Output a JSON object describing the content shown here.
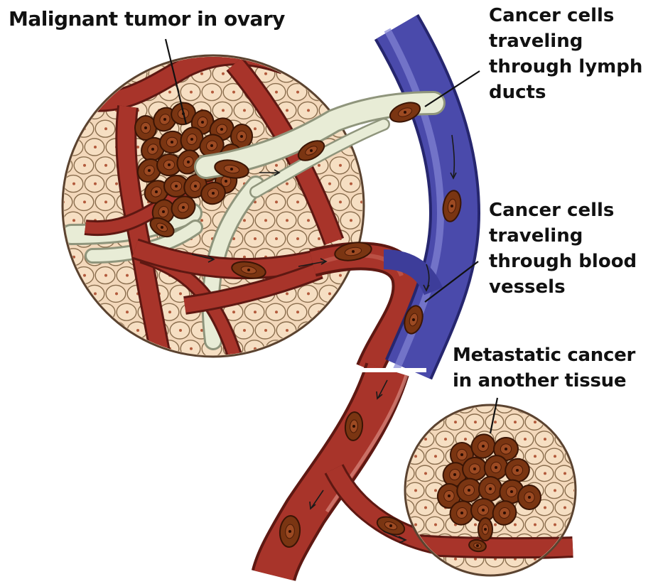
{
  "labels": {
    "tumor": [
      "Malignant tumor in ovary"
    ],
    "lymph": [
      "Cancer cells",
      "traveling",
      "through lymph",
      "ducts"
    ],
    "blood": [
      "Cancer cells",
      "traveling",
      "through blood",
      "vessels"
    ],
    "metastatic": [
      "Metastatic cancer",
      "in another tissue"
    ]
  },
  "colors": {
    "artery": "#a8342a",
    "artery_dark": "#6e1c16",
    "lymph_duct": "#e6ead3",
    "lymph_edge": "#9ea38a",
    "vein": "#3f3f9e",
    "vein_light": "#6f70c4",
    "tissue_cell": "#f6dfc3",
    "tissue_edge": "#8a6e4e",
    "cancer_cell": "#7a3512",
    "cancer_edge": "#3a1505"
  }
}
